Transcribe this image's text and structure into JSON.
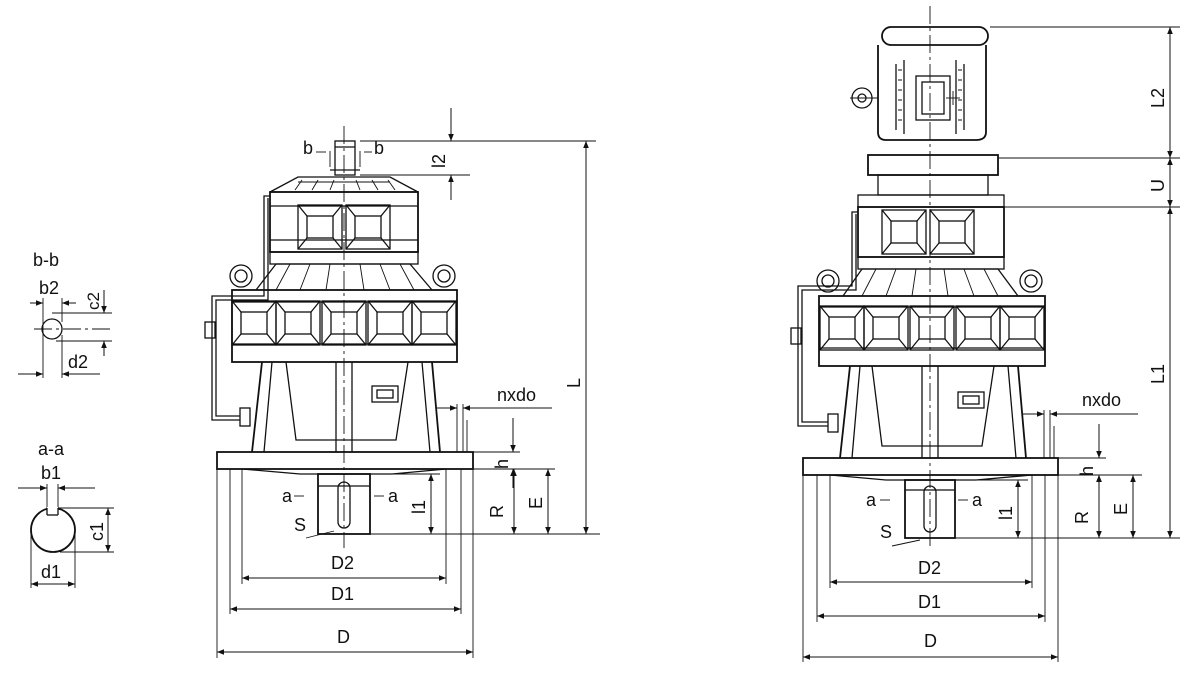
{
  "sections": {
    "bb": {
      "title": "b-b",
      "width": "b2",
      "height": "c2",
      "diameter": "d2"
    },
    "aa": {
      "title": "a-a",
      "width": "b1",
      "height": "c1",
      "diameter": "d1"
    }
  },
  "left_view": {
    "cut_b": "b",
    "cut_a": "a",
    "l2": "l2",
    "L": "L",
    "nxdo": "nxdo",
    "h": "h",
    "R": "R",
    "E": "E",
    "l1": "l1",
    "S": "S",
    "D2": "D2",
    "D1": "D1",
    "D": "D"
  },
  "right_view": {
    "L2": "L2",
    "U": "U",
    "L1": "L1",
    "nxdo": "nxdo",
    "h": "h",
    "R": "R",
    "E": "E",
    "l1": "l1",
    "cut_a": "a",
    "S": "S",
    "D2": "D2",
    "D1": "D1",
    "D": "D"
  }
}
